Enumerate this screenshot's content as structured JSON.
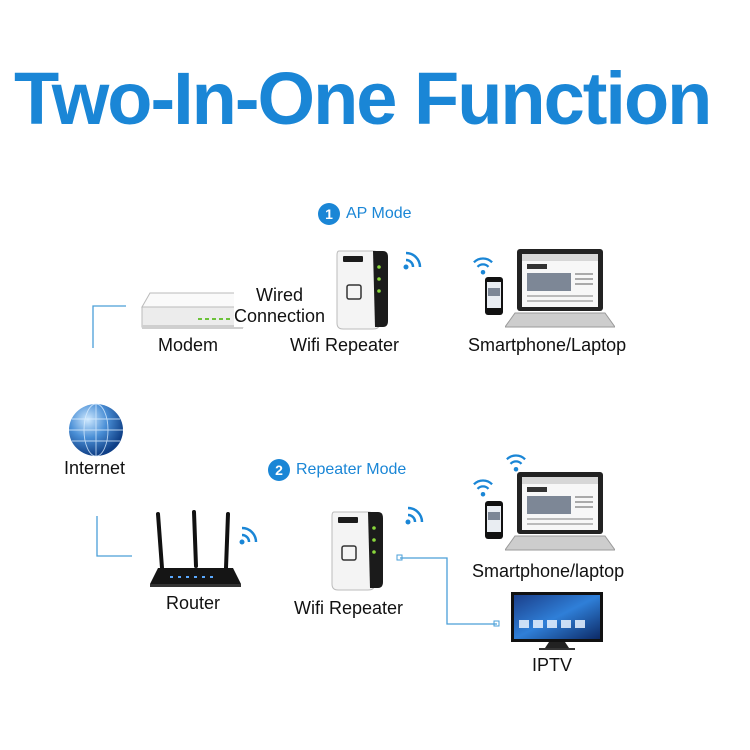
{
  "title": "Two-In-One Function",
  "colors": {
    "accent": "#1a86d6",
    "line": "#4a9fd8",
    "device_white": "#f4f4f4",
    "device_dark": "#1b1b1b",
    "led": "#8ad83c"
  },
  "ap_mode": {
    "number": "1",
    "label": "AP Mode",
    "modem_label": "Modem",
    "wired_line1": "Wired",
    "wired_line2": "Connection",
    "repeater_label": "Wifi Repeater",
    "clients_label": "Smartphone/Laptop"
  },
  "internet_label": "Internet",
  "repeater_mode": {
    "number": "2",
    "label": "Repeater Mode",
    "router_label": "Router",
    "repeater_label": "Wifi Repeater",
    "clients_label": "Smartphone/laptop",
    "iptv_label": "IPTV"
  },
  "icons": [
    "globe-icon",
    "modem-icon",
    "router-icon",
    "wifi-repeater-icon",
    "wifi-signal-icon",
    "laptop-icon",
    "smartphone-icon",
    "tv-icon"
  ]
}
